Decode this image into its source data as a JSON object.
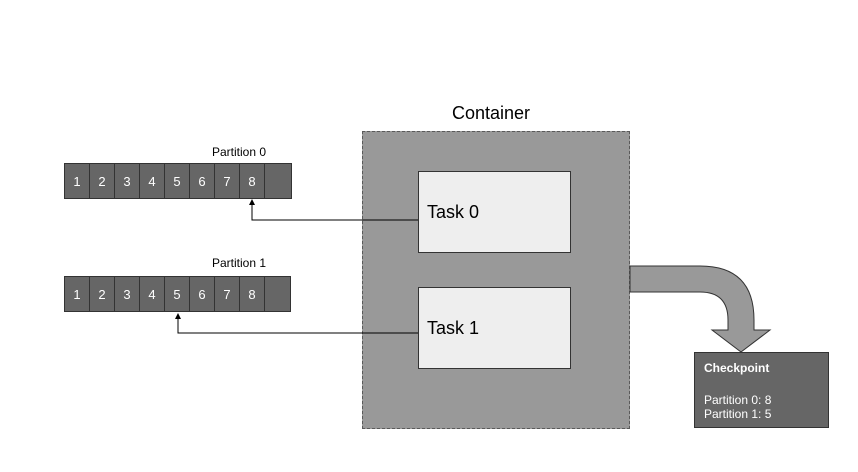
{
  "container": {
    "title": "Container"
  },
  "partitions": [
    {
      "label": "Partition 0",
      "offsets": [
        "1",
        "2",
        "3",
        "4",
        "5",
        "6",
        "7",
        "8",
        ""
      ]
    },
    {
      "label": "Partition 1",
      "offsets": [
        "1",
        "2",
        "3",
        "4",
        "5",
        "6",
        "7",
        "8",
        ""
      ]
    }
  ],
  "tasks": [
    {
      "label": "Task 0"
    },
    {
      "label": "Task 1"
    }
  ],
  "checkpoint": {
    "title": "Checkpoint",
    "lines": [
      "Partition 0: 8",
      "Partition 1: 5"
    ]
  },
  "colors": {
    "strip": "#666666",
    "container": "#999999",
    "task": "#eeeeee",
    "checkpoint": "#666666",
    "arrow": "#999999"
  }
}
